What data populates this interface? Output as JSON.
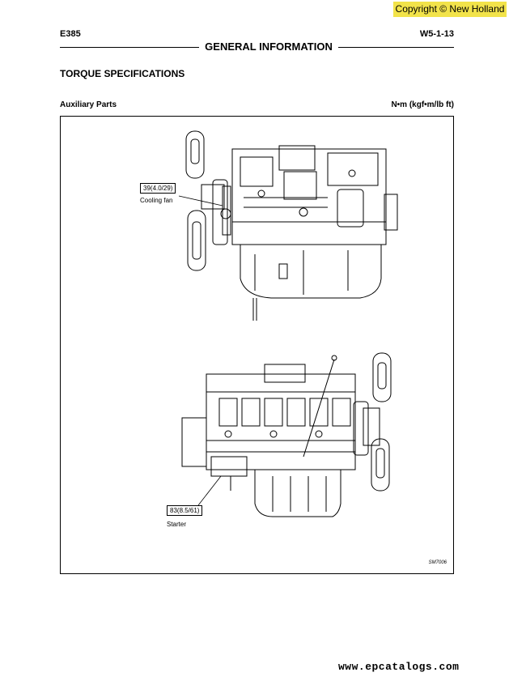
{
  "watermark": {
    "copyright": "Copyright © New Holland"
  },
  "header": {
    "model": "E385",
    "page_number": "W5-1-13",
    "section_title": "GENERAL INFORMATION"
  },
  "main": {
    "heading": "TORQUE SPECIFICATIONS",
    "subheading": "Auxiliary Parts",
    "units": "N•m (kgf•m/lb ft)",
    "figure": {
      "callouts": [
        {
          "value": "39(4.0/29)",
          "label": "Cooling fan"
        },
        {
          "value": "83(8.5/61)",
          "label": "Starter"
        }
      ],
      "figure_id": "SM7006"
    }
  },
  "footer": {
    "url": "www.epcatalogs.com"
  }
}
